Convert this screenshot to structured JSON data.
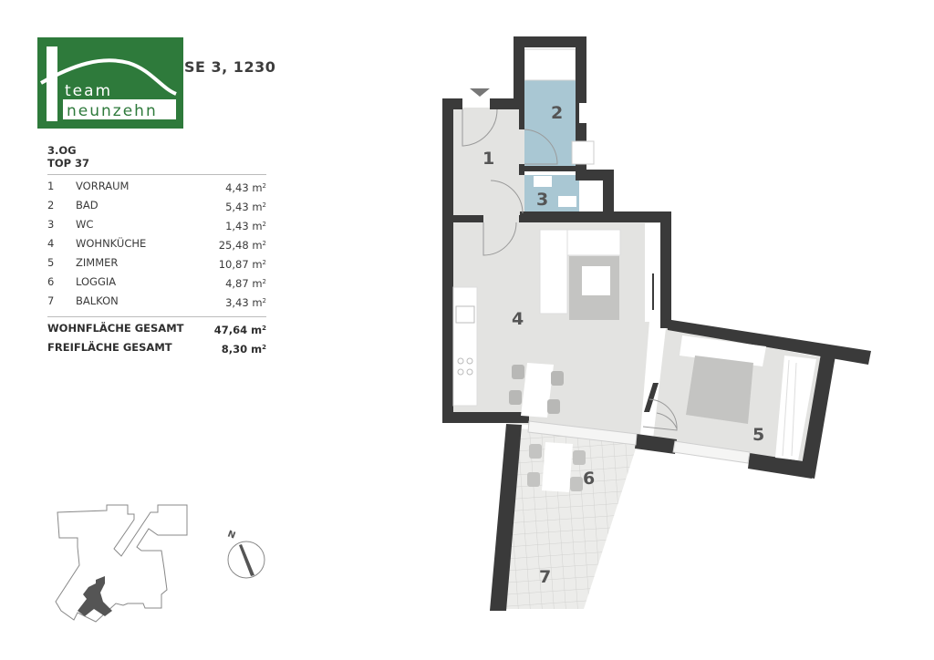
{
  "logo": {
    "line1": "team",
    "line2": "neunzehn",
    "bg_color": "#2e7a3b"
  },
  "header": {
    "address_partial": "SE 3, 1230"
  },
  "unit": {
    "floor": "3.OG",
    "top": "TOP 37"
  },
  "rooms": [
    {
      "num": "1",
      "name": "VORRAUM",
      "area": "4,43",
      "unit": "m"
    },
    {
      "num": "2",
      "name": "BAD",
      "area": "5,43",
      "unit": "m"
    },
    {
      "num": "3",
      "name": "WC",
      "area": "1,43",
      "unit": "m"
    },
    {
      "num": "4",
      "name": "WOHNKÜCHE",
      "area": "25,48",
      "unit": "m"
    },
    {
      "num": "5",
      "name": "ZIMMER",
      "area": "10,87",
      "unit": "m"
    },
    {
      "num": "6",
      "name": "LOGGIA",
      "area": "4,87",
      "unit": "m"
    },
    {
      "num": "7",
      "name": "BALKON",
      "area": "3,43",
      "unit": "m"
    }
  ],
  "totals": [
    {
      "name": "WOHNFLÄCHE GESAMT",
      "area": "47,64 m"
    },
    {
      "name": "FREIFLÄCHE GESAMT",
      "area": "8,30 m"
    }
  ],
  "sq": "2",
  "plan_labels": {
    "r1": "1",
    "r2": "2",
    "r3": "3",
    "r4": "4",
    "r5": "5",
    "r6": "6",
    "r7": "7"
  },
  "compass": {
    "north_label": "N"
  },
  "colors": {
    "wall": "#3a3a3a",
    "floor": "#e3e3e1",
    "wet_room": "#a9c7d3",
    "furniture": "#c4c4c2"
  }
}
